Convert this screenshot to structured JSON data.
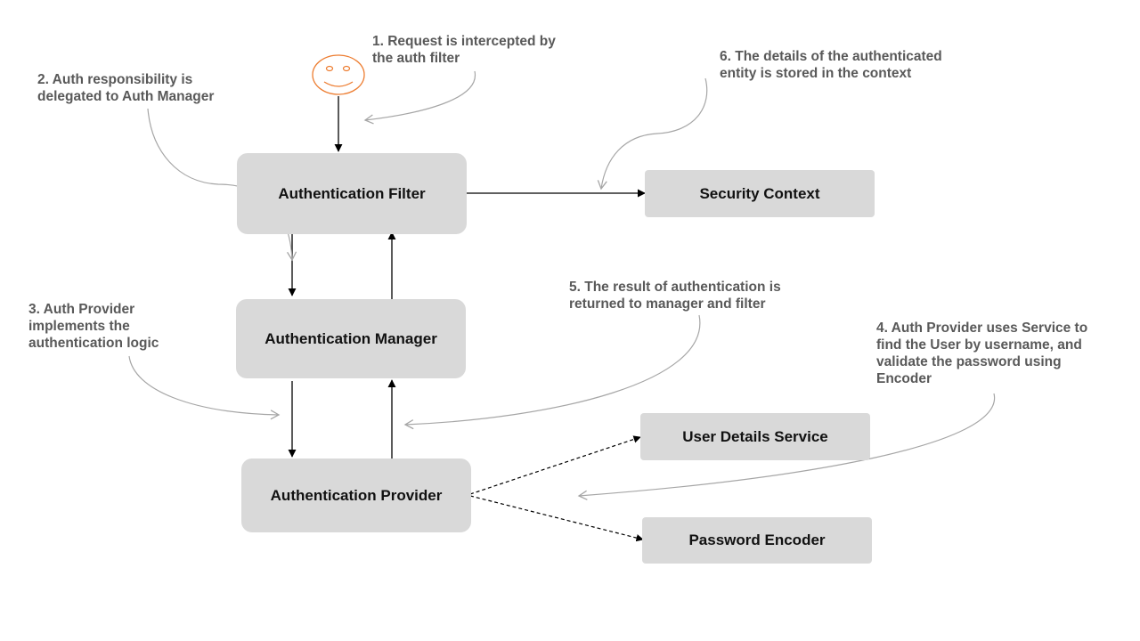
{
  "boxes": {
    "authentication_filter": "Authentication  Filter",
    "security_context": "Security Context",
    "authentication_manager": "Authentication  Manager",
    "authentication_provider": "Authentication  Provider",
    "user_details_service": "User Details Service",
    "password_encoder": "Password Encoder"
  },
  "notes": {
    "step1": "1. Request is intercepted by\nthe auth filter",
    "step2": "2. Auth responsibility is\ndelegated to Auth Manager",
    "step3": "3. Auth Provider\nimplements the\nauthentication logic",
    "step4": "4. Auth Provider uses Service to\nfind the User by username, and\nvalidate the password using\nEncoder",
    "step5": "5. The result of authentication is\nreturned to manager and filter",
    "step6": "6. The details of the authenticated\nentity is stored in the context"
  },
  "icons": {
    "actor": "smiley-face-icon"
  },
  "colors": {
    "box_fill": "#d9d9d9",
    "note_text": "#595959",
    "actor": "#ed7d31",
    "annotation_curve": "#a6a6a6",
    "arrow": "#000000"
  }
}
